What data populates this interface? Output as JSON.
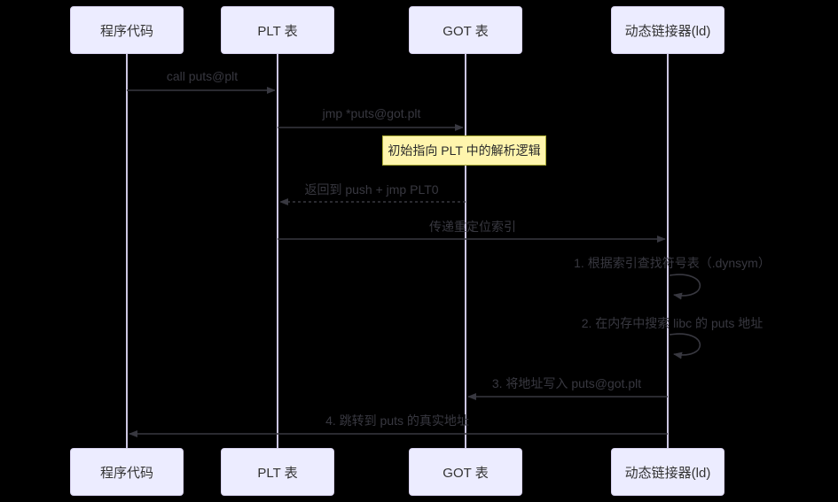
{
  "diagram": {
    "kind": "sequence-diagram",
    "topic": "PLT/GOT lazy dynamic linking flow",
    "actors": [
      {
        "id": "program",
        "label": "程序代码"
      },
      {
        "id": "plt",
        "label": "PLT 表"
      },
      {
        "id": "got",
        "label": "GOT 表"
      },
      {
        "id": "linker",
        "label": "动态链接器(ld)"
      }
    ],
    "messages": [
      {
        "from": "程序代码",
        "to": "PLT 表",
        "label": "call puts@plt",
        "style": "solid",
        "direction": "right"
      },
      {
        "from": "PLT 表",
        "to": "GOT 表",
        "label": "jmp *puts@got.plt",
        "style": "solid",
        "direction": "right"
      },
      {
        "from": "GOT 表",
        "to": "PLT 表",
        "label": "返回到 push + jmp PLT0",
        "style": "dashed",
        "direction": "left"
      },
      {
        "from": "PLT 表",
        "to": "动态链接器(ld)",
        "label": "传递重定位索引",
        "style": "solid",
        "direction": "right"
      },
      {
        "from": "动态链接器(ld)",
        "to": "动态链接器(ld)",
        "label": "1. 根据索引查找符号表（.dynsym）",
        "style": "self-loop"
      },
      {
        "from": "动态链接器(ld)",
        "to": "动态链接器(ld)",
        "label": "2. 在内存中搜索 libc 的 puts 地址",
        "style": "self-loop"
      },
      {
        "from": "动态链接器(ld)",
        "to": "GOT 表",
        "label": "3. 将地址写入 puts@got.plt",
        "style": "solid",
        "direction": "left"
      },
      {
        "from": "动态链接器(ld)",
        "to": "程序代码",
        "label": "4. 跳转到 puts 的真实地址",
        "style": "solid",
        "direction": "left"
      }
    ],
    "note": {
      "over": "GOT 表",
      "label": "初始指向 PLT 中的解析逻辑"
    },
    "colors": {
      "background": "#000000",
      "actor_fill": "#ececff",
      "actor_border": "#d8d2ef",
      "lifeline": "#ccc6e2",
      "message": "#383840",
      "note_fill": "#fff5ad",
      "note_border": "#aaaa33"
    }
  }
}
